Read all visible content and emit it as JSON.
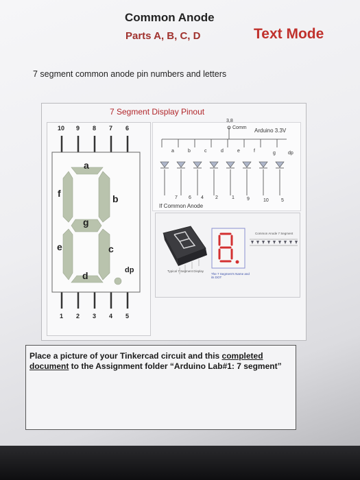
{
  "header": {
    "title": "Common Anode",
    "subtitle": "Parts A, B, C, D",
    "mode_label": "Text Mode"
  },
  "caption": "7 segment common anode pin numbers and letters",
  "figure": {
    "title": "7 Segment Display Pinout",
    "top_pins": [
      "10",
      "9",
      "8",
      "7",
      "6"
    ],
    "bottom_pins": [
      "1",
      "2",
      "3",
      "4",
      "5"
    ],
    "segments": [
      "a",
      "b",
      "c",
      "d",
      "e",
      "f",
      "g",
      "dp"
    ],
    "wiring": {
      "comm_pins": "3,8",
      "comm_label": "Comm",
      "supply_label": "Arduino 3.3V",
      "segment_letters": [
        "a",
        "b",
        "c",
        "d",
        "e",
        "f",
        "g",
        "dp"
      ],
      "pin_numbers": [
        "7",
        "6",
        "4",
        "2",
        "1",
        "9",
        "10",
        "5"
      ],
      "note": "If Common Anode"
    },
    "photo": {
      "strip_title": "Common Anode 7 Segment",
      "caption_left": "Typical 7 Segment Display",
      "caption_mid": "The 7 Segment's Name and its DOT"
    }
  },
  "instructions": {
    "part1": "Place a picture of your Tinkercad circuit and this ",
    "completed": "completed",
    "document": "document",
    "part2": " to the Assignment folder “Arduino Lab#1: 7 segment”"
  },
  "colors": {
    "segment": "#b9c3ad",
    "title_red": "#c0312c",
    "figure_red": "#b1262a",
    "digit_red": "#d33030"
  }
}
